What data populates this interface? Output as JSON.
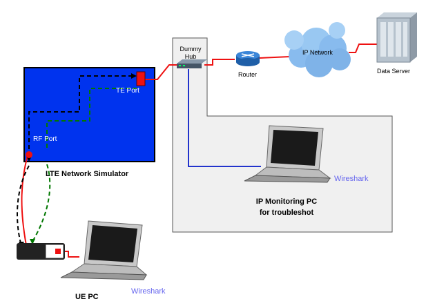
{
  "labels": {
    "dummy_hub": "Dummy Hub",
    "router": "Router",
    "ip_network": "IP Network",
    "data_server": "Data Server",
    "te_port": "TE Port",
    "rf_port": "RF Port",
    "lte_simulator": "LTE Network Simulator",
    "wireshark_top": "Wireshark",
    "ip_monitoring_pc": "IP Monitoring PC",
    "ip_monitoring_pc_sub": "for troubleshot",
    "ue_pc": "UE PC",
    "wireshark_bottom": "Wireshark"
  },
  "colors": {
    "simulator_fill": "#0033ee",
    "red_link": "#ee1111",
    "blue_link": "#2233cc",
    "black_path": "#000000",
    "green_path": "#007700",
    "cloud": "#88bbee",
    "monitor_box": "#f0f0f0"
  }
}
